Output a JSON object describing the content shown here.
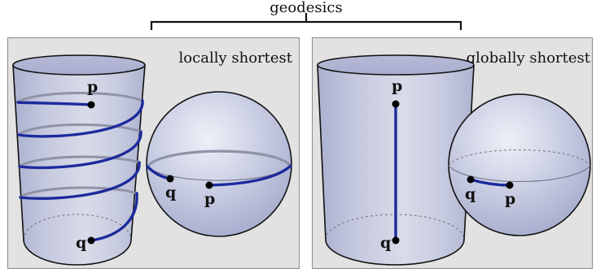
{
  "header": {
    "label": "geodesics"
  },
  "panels": [
    {
      "title": "locally shortest"
    },
    {
      "title": "globally shortest"
    }
  ],
  "points": {
    "p": "p",
    "q": "q"
  },
  "colors": {
    "panel_bg": "#e2e2e2",
    "panel_border": "#8a8a8a",
    "geodesic": "#1d2a9c",
    "back_line": "#8f93a6",
    "surface": "#c3c7de"
  }
}
